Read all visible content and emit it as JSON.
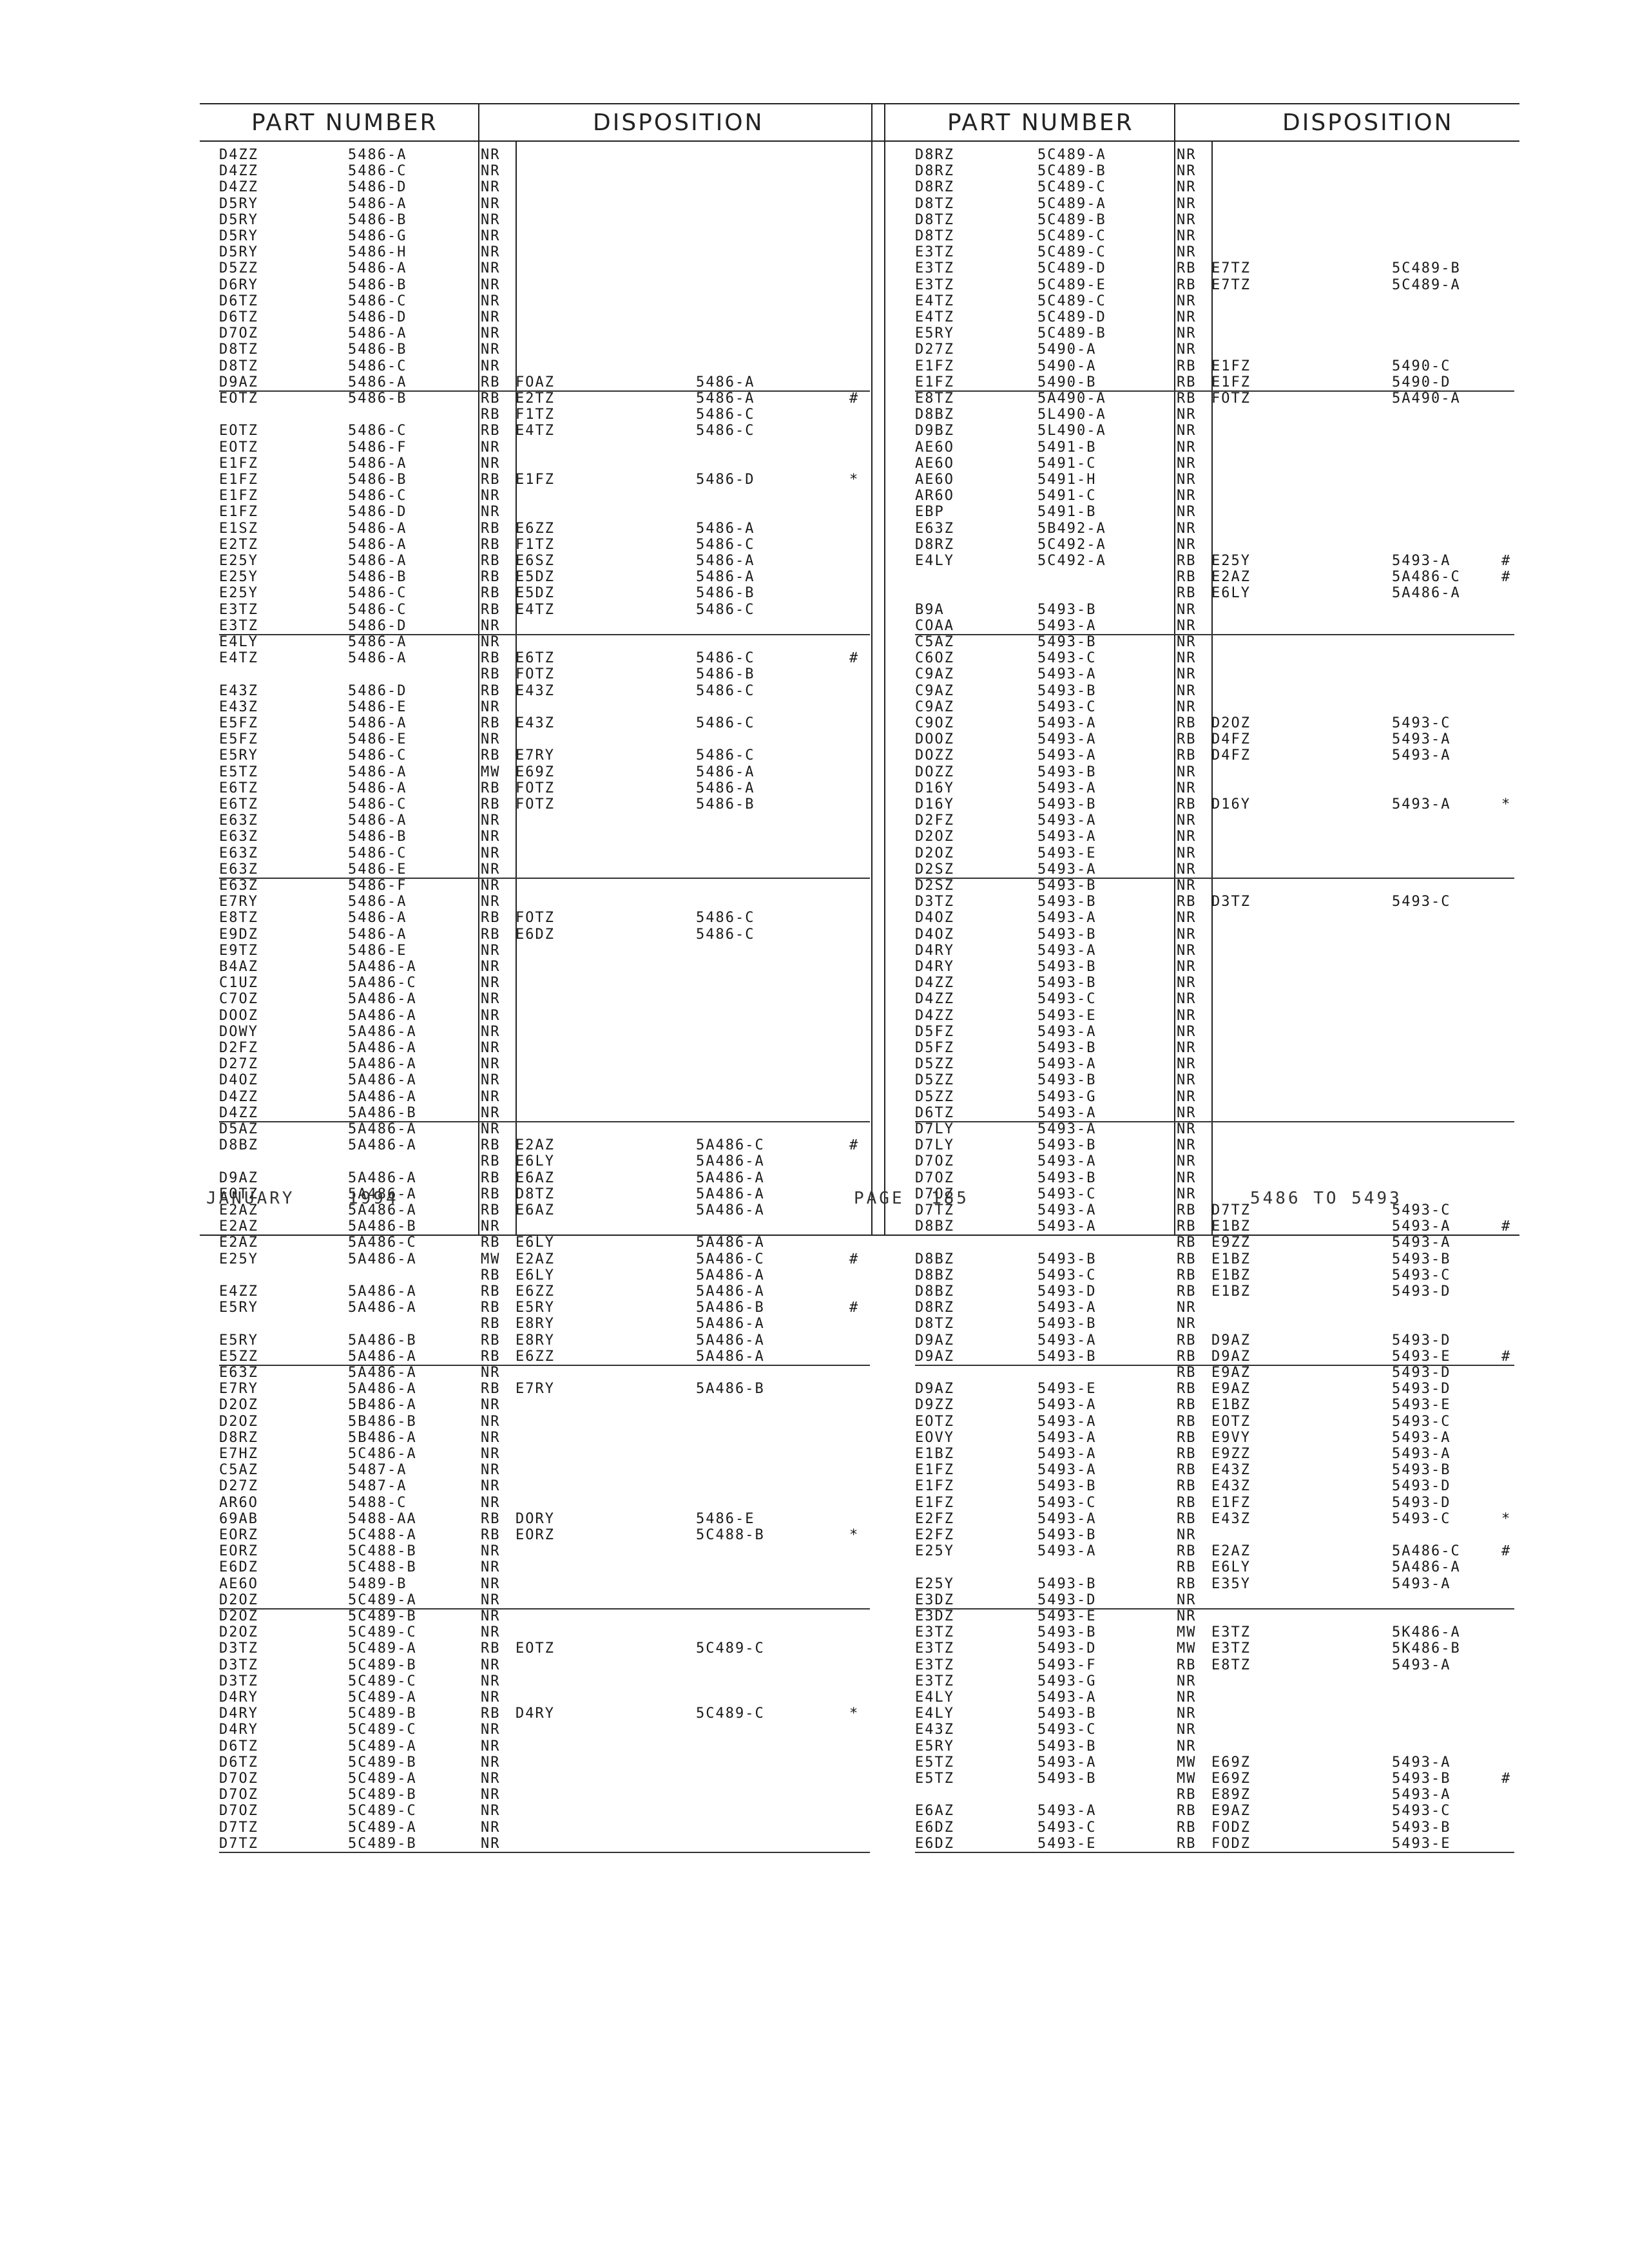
{
  "headers": {
    "part_number": "PART NUMBER",
    "disposition": "DISPOSITION"
  },
  "footer": {
    "date": "JANUARY",
    "year": "1994",
    "page_label": "PAGE",
    "page_number": "185",
    "range": "5486 TO 5493"
  },
  "left_rows": [
    [
      "D4ZZ",
      "5486-A",
      "NR",
      "",
      "",
      ""
    ],
    [
      "D4ZZ",
      "5486-C",
      "NR",
      "",
      "",
      ""
    ],
    [
      "D4ZZ",
      "5486-D",
      "NR",
      "",
      "",
      ""
    ],
    [
      "D5RY",
      "5486-A",
      "NR",
      "",
      "",
      ""
    ],
    [
      "D5RY",
      "5486-B",
      "NR",
      "",
      "",
      ""
    ],
    [
      "D5RY",
      "5486-G",
      "NR",
      "",
      "",
      ""
    ],
    [
      "D5RY",
      "5486-H",
      "NR",
      "",
      "",
      ""
    ],
    [
      "D5ZZ",
      "5486-A",
      "NR",
      "",
      "",
      ""
    ],
    [
      "D6RY",
      "5486-B",
      "NR",
      "",
      "",
      ""
    ],
    [
      "D6TZ",
      "5486-C",
      "NR",
      "",
      "",
      ""
    ],
    [
      "D6TZ",
      "5486-D",
      "NR",
      "",
      "",
      ""
    ],
    [
      "D7OZ",
      "5486-A",
      "NR",
      "",
      "",
      ""
    ],
    [
      "D8TZ",
      "5486-B",
      "NR",
      "",
      "",
      ""
    ],
    [
      "D8TZ",
      "5486-C",
      "NR",
      "",
      "",
      ""
    ],
    [
      "D9AZ",
      "5486-A",
      "RB",
      "FOAZ",
      "5486-A",
      ""
    ],
    [
      "EOTZ",
      "5486-B",
      "RB",
      "E2TZ",
      "5486-A",
      "#"
    ],
    [
      "",
      "",
      "RB",
      "F1TZ",
      "5486-C",
      ""
    ],
    [
      "EOTZ",
      "5486-C",
      "RB",
      "E4TZ",
      "5486-C",
      ""
    ],
    [
      "EOTZ",
      "5486-F",
      "NR",
      "",
      "",
      ""
    ],
    [
      "E1FZ",
      "5486-A",
      "NR",
      "",
      "",
      ""
    ],
    [
      "E1FZ",
      "5486-B",
      "RB",
      "E1FZ",
      "5486-D",
      "*"
    ],
    [
      "E1FZ",
      "5486-C",
      "NR",
      "",
      "",
      ""
    ],
    [
      "E1FZ",
      "5486-D",
      "NR",
      "",
      "",
      ""
    ],
    [
      "E1SZ",
      "5486-A",
      "RB",
      "E6ZZ",
      "5486-A",
      ""
    ],
    [
      "E2TZ",
      "5486-A",
      "RB",
      "F1TZ",
      "5486-C",
      ""
    ],
    [
      "E25Y",
      "5486-A",
      "RB",
      "E6SZ",
      "5486-A",
      ""
    ],
    [
      "E25Y",
      "5486-B",
      "RB",
      "E5DZ",
      "5486-A",
      ""
    ],
    [
      "E25Y",
      "5486-C",
      "RB",
      "E5DZ",
      "5486-B",
      ""
    ],
    [
      "E3TZ",
      "5486-C",
      "RB",
      "E4TZ",
      "5486-C",
      ""
    ],
    [
      "E3TZ",
      "5486-D",
      "NR",
      "",
      "",
      ""
    ],
    [
      "E4LY",
      "5486-A",
      "NR",
      "",
      "",
      ""
    ],
    [
      "E4TZ",
      "5486-A",
      "RB",
      "E6TZ",
      "5486-C",
      "#"
    ],
    [
      "",
      "",
      "RB",
      "FOTZ",
      "5486-B",
      ""
    ],
    [
      "E43Z",
      "5486-D",
      "RB",
      "E43Z",
      "5486-C",
      ""
    ],
    [
      "E43Z",
      "5486-E",
      "NR",
      "",
      "",
      ""
    ],
    [
      "E5FZ",
      "5486-A",
      "RB",
      "E43Z",
      "5486-C",
      ""
    ],
    [
      "E5FZ",
      "5486-E",
      "NR",
      "",
      "",
      ""
    ],
    [
      "E5RY",
      "5486-C",
      "RB",
      "E7RY",
      "5486-C",
      ""
    ],
    [
      "E5TZ",
      "5486-A",
      "MW",
      "E69Z",
      "5486-A",
      ""
    ],
    [
      "E6TZ",
      "5486-A",
      "RB",
      "FOTZ",
      "5486-A",
      ""
    ],
    [
      "E6TZ",
      "5486-C",
      "RB",
      "FOTZ",
      "5486-B",
      ""
    ],
    [
      "E63Z",
      "5486-A",
      "NR",
      "",
      "",
      ""
    ],
    [
      "E63Z",
      "5486-B",
      "NR",
      "",
      "",
      ""
    ],
    [
      "E63Z",
      "5486-C",
      "NR",
      "",
      "",
      ""
    ],
    [
      "E63Z",
      "5486-E",
      "NR",
      "",
      "",
      ""
    ],
    [
      "E63Z",
      "5486-F",
      "NR",
      "",
      "",
      ""
    ],
    [
      "E7RY",
      "5486-A",
      "NR",
      "",
      "",
      ""
    ],
    [
      "E8TZ",
      "5486-A",
      "RB",
      "FOTZ",
      "5486-C",
      ""
    ],
    [
      "E9DZ",
      "5486-A",
      "RB",
      "E6DZ",
      "5486-C",
      ""
    ],
    [
      "E9TZ",
      "5486-E",
      "NR",
      "",
      "",
      ""
    ],
    [
      "B4AZ",
      "5A486-A",
      "NR",
      "",
      "",
      ""
    ],
    [
      "C1UZ",
      "5A486-C",
      "NR",
      "",
      "",
      ""
    ],
    [
      "C7OZ",
      "5A486-A",
      "NR",
      "",
      "",
      ""
    ],
    [
      "DOOZ",
      "5A486-A",
      "NR",
      "",
      "",
      ""
    ],
    [
      "DOWY",
      "5A486-A",
      "NR",
      "",
      "",
      ""
    ],
    [
      "D2FZ",
      "5A486-A",
      "NR",
      "",
      "",
      ""
    ],
    [
      "D27Z",
      "5A486-A",
      "NR",
      "",
      "",
      ""
    ],
    [
      "D4OZ",
      "5A486-A",
      "NR",
      "",
      "",
      ""
    ],
    [
      "D4ZZ",
      "5A486-A",
      "NR",
      "",
      "",
      ""
    ],
    [
      "D4ZZ",
      "5A486-B",
      "NR",
      "",
      "",
      ""
    ],
    [
      "D5AZ",
      "5A486-A",
      "NR",
      "",
      "",
      ""
    ],
    [
      "D8BZ",
      "5A486-A",
      "RB",
      "E2AZ",
      "5A486-C",
      "#"
    ],
    [
      "",
      "",
      "RB",
      "E6LY",
      "5A486-A",
      ""
    ],
    [
      "D9AZ",
      "5A486-A",
      "RB",
      "E6AZ",
      "5A486-A",
      ""
    ],
    [
      "EOTZ",
      "5A486-A",
      "RB",
      "D8TZ",
      "5A486-A",
      ""
    ],
    [
      "E2AZ",
      "5A486-A",
      "RB",
      "E6AZ",
      "5A486-A",
      ""
    ],
    [
      "E2AZ",
      "5A486-B",
      "NR",
      "",
      "",
      ""
    ],
    [
      "E2AZ",
      "5A486-C",
      "RB",
      "E6LY",
      "5A486-A",
      ""
    ],
    [
      "E25Y",
      "5A486-A",
      "MW",
      "E2AZ",
      "5A486-C",
      "#"
    ],
    [
      "",
      "",
      "RB",
      "E6LY",
      "5A486-A",
      ""
    ],
    [
      "E4ZZ",
      "5A486-A",
      "RB",
      "E6ZZ",
      "5A486-A",
      ""
    ],
    [
      "E5RY",
      "5A486-A",
      "RB",
      "E5RY",
      "5A486-B",
      "#"
    ],
    [
      "",
      "",
      "RB",
      "E8RY",
      "5A486-A",
      ""
    ],
    [
      "E5RY",
      "5A486-B",
      "RB",
      "E8RY",
      "5A486-A",
      ""
    ],
    [
      "E5ZZ",
      "5A486-A",
      "RB",
      "E6ZZ",
      "5A486-A",
      ""
    ],
    [
      "E63Z",
      "5A486-A",
      "NR",
      "",
      "",
      ""
    ],
    [
      "E7RY",
      "5A486-A",
      "RB",
      "E7RY",
      "5A486-B",
      ""
    ],
    [
      "D2OZ",
      "5B486-A",
      "NR",
      "",
      "",
      ""
    ],
    [
      "D2OZ",
      "5B486-B",
      "NR",
      "",
      "",
      ""
    ],
    [
      "D8RZ",
      "5B486-A",
      "NR",
      "",
      "",
      ""
    ],
    [
      "E7HZ",
      "5C486-A",
      "NR",
      "",
      "",
      ""
    ],
    [
      "C5AZ",
      "5487-A",
      "NR",
      "",
      "",
      ""
    ],
    [
      "D27Z",
      "5487-A",
      "NR",
      "",
      "",
      ""
    ],
    [
      "AR6O",
      "5488-C",
      "NR",
      "",
      "",
      ""
    ],
    [
      "69AB",
      "5488-AA",
      "RB",
      "DORY",
      "5486-E",
      ""
    ],
    [
      "EORZ",
      "5C488-A",
      "RB",
      "EORZ",
      "5C488-B",
      "*"
    ],
    [
      "EORZ",
      "5C488-B",
      "NR",
      "",
      "",
      ""
    ],
    [
      "E6DZ",
      "5C488-B",
      "NR",
      "",
      "",
      ""
    ],
    [
      "AE6O",
      "5489-B",
      "NR",
      "",
      "",
      ""
    ],
    [
      "D2OZ",
      "5C489-A",
      "NR",
      "",
      "",
      ""
    ],
    [
      "D2OZ",
      "5C489-B",
      "NR",
      "",
      "",
      ""
    ],
    [
      "D2OZ",
      "5C489-C",
      "NR",
      "",
      "",
      ""
    ],
    [
      "D3TZ",
      "5C489-A",
      "RB",
      "EOTZ",
      "5C489-C",
      ""
    ],
    [
      "D3TZ",
      "5C489-B",
      "NR",
      "",
      "",
      ""
    ],
    [
      "D3TZ",
      "5C489-C",
      "NR",
      "",
      "",
      ""
    ],
    [
      "D4RY",
      "5C489-A",
      "NR",
      "",
      "",
      ""
    ],
    [
      "D4RY",
      "5C489-B",
      "RB",
      "D4RY",
      "5C489-C",
      "*"
    ],
    [
      "D4RY",
      "5C489-C",
      "NR",
      "",
      "",
      ""
    ],
    [
      "D6TZ",
      "5C489-A",
      "NR",
      "",
      "",
      ""
    ],
    [
      "D6TZ",
      "5C489-B",
      "NR",
      "",
      "",
      ""
    ],
    [
      "D7OZ",
      "5C489-A",
      "NR",
      "",
      "",
      ""
    ],
    [
      "D7OZ",
      "5C489-B",
      "NR",
      "",
      "",
      ""
    ],
    [
      "D7OZ",
      "5C489-C",
      "NR",
      "",
      "",
      ""
    ],
    [
      "D7TZ",
      "5C489-A",
      "NR",
      "",
      "",
      ""
    ],
    [
      "D7TZ",
      "5C489-B",
      "NR",
      "",
      "",
      ""
    ]
  ],
  "right_rows": [
    [
      "D8RZ",
      "5C489-A",
      "NR",
      "",
      "",
      ""
    ],
    [
      "D8RZ",
      "5C489-B",
      "NR",
      "",
      "",
      ""
    ],
    [
      "D8RZ",
      "5C489-C",
      "NR",
      "",
      "",
      ""
    ],
    [
      "D8TZ",
      "5C489-A",
      "NR",
      "",
      "",
      ""
    ],
    [
      "D8TZ",
      "5C489-B",
      "NR",
      "",
      "",
      ""
    ],
    [
      "D8TZ",
      "5C489-C",
      "NR",
      "",
      "",
      ""
    ],
    [
      "E3TZ",
      "5C489-C",
      "NR",
      "",
      "",
      ""
    ],
    [
      "E3TZ",
      "5C489-D",
      "RB",
      "E7TZ",
      "5C489-B",
      ""
    ],
    [
      "E3TZ",
      "5C489-E",
      "RB",
      "E7TZ",
      "5C489-A",
      ""
    ],
    [
      "E4TZ",
      "5C489-C",
      "NR",
      "",
      "",
      ""
    ],
    [
      "E4TZ",
      "5C489-D",
      "NR",
      "",
      "",
      ""
    ],
    [
      "E5RY",
      "5C489-B",
      "NR",
      "",
      "",
      ""
    ],
    [
      "D27Z",
      "5490-A",
      "NR",
      "",
      "",
      ""
    ],
    [
      "E1FZ",
      "5490-A",
      "RB",
      "E1FZ",
      "5490-C",
      ""
    ],
    [
      "E1FZ",
      "5490-B",
      "RB",
      "E1FZ",
      "5490-D",
      ""
    ],
    [
      "E8TZ",
      "5A490-A",
      "RB",
      "FOTZ",
      "5A490-A",
      ""
    ],
    [
      "D8BZ",
      "5L490-A",
      "NR",
      "",
      "",
      ""
    ],
    [
      "D9BZ",
      "5L490-A",
      "NR",
      "",
      "",
      ""
    ],
    [
      "AE6O",
      "5491-B",
      "NR",
      "",
      "",
      ""
    ],
    [
      "AE6O",
      "5491-C",
      "NR",
      "",
      "",
      ""
    ],
    [
      "AE6O",
      "5491-H",
      "NR",
      "",
      "",
      ""
    ],
    [
      "AR6O",
      "5491-C",
      "NR",
      "",
      "",
      ""
    ],
    [
      "EBP",
      "5491-B",
      "NR",
      "",
      "",
      ""
    ],
    [
      "E63Z",
      "5B492-A",
      "NR",
      "",
      "",
      ""
    ],
    [
      "D8RZ",
      "5C492-A",
      "NR",
      "",
      "",
      ""
    ],
    [
      "E4LY",
      "5C492-A",
      "RB",
      "E25Y",
      "5493-A",
      "#"
    ],
    [
      "",
      "",
      "RB",
      "E2AZ",
      "5A486-C",
      "#"
    ],
    [
      "",
      "",
      "RB",
      "E6LY",
      "5A486-A",
      ""
    ],
    [
      "B9A",
      "5493-B",
      "NR",
      "",
      "",
      ""
    ],
    [
      "COAA",
      "5493-A",
      "NR",
      "",
      "",
      ""
    ],
    [
      "C5AZ",
      "5493-B",
      "NR",
      "",
      "",
      ""
    ],
    [
      "C6OZ",
      "5493-C",
      "NR",
      "",
      "",
      ""
    ],
    [
      "C9AZ",
      "5493-A",
      "NR",
      "",
      "",
      ""
    ],
    [
      "C9AZ",
      "5493-B",
      "NR",
      "",
      "",
      ""
    ],
    [
      "C9AZ",
      "5493-C",
      "NR",
      "",
      "",
      ""
    ],
    [
      "C9OZ",
      "5493-A",
      "RB",
      "D2OZ",
      "5493-C",
      ""
    ],
    [
      "DOOZ",
      "5493-A",
      "RB",
      "D4FZ",
      "5493-A",
      ""
    ],
    [
      "DOZZ",
      "5493-A",
      "RB",
      "D4FZ",
      "5493-A",
      ""
    ],
    [
      "DOZZ",
      "5493-B",
      "NR",
      "",
      "",
      ""
    ],
    [
      "D16Y",
      "5493-A",
      "NR",
      "",
      "",
      ""
    ],
    [
      "D16Y",
      "5493-B",
      "RB",
      "D16Y",
      "5493-A",
      "*"
    ],
    [
      "D2FZ",
      "5493-A",
      "NR",
      "",
      "",
      ""
    ],
    [
      "D2OZ",
      "5493-A",
      "NR",
      "",
      "",
      ""
    ],
    [
      "D2OZ",
      "5493-E",
      "NR",
      "",
      "",
      ""
    ],
    [
      "D2SZ",
      "5493-A",
      "NR",
      "",
      "",
      ""
    ],
    [
      "D2SZ",
      "5493-B",
      "NR",
      "",
      "",
      ""
    ],
    [
      "D3TZ",
      "5493-B",
      "RB",
      "D3TZ",
      "5493-C",
      ""
    ],
    [
      "D4OZ",
      "5493-A",
      "NR",
      "",
      "",
      ""
    ],
    [
      "D4OZ",
      "5493-B",
      "NR",
      "",
      "",
      ""
    ],
    [
      "D4RY",
      "5493-A",
      "NR",
      "",
      "",
      ""
    ],
    [
      "D4RY",
      "5493-B",
      "NR",
      "",
      "",
      ""
    ],
    [
      "D4ZZ",
      "5493-B",
      "NR",
      "",
      "",
      ""
    ],
    [
      "D4ZZ",
      "5493-C",
      "NR",
      "",
      "",
      ""
    ],
    [
      "D4ZZ",
      "5493-E",
      "NR",
      "",
      "",
      ""
    ],
    [
      "D5FZ",
      "5493-A",
      "NR",
      "",
      "",
      ""
    ],
    [
      "D5FZ",
      "5493-B",
      "NR",
      "",
      "",
      ""
    ],
    [
      "D5ZZ",
      "5493-A",
      "NR",
      "",
      "",
      ""
    ],
    [
      "D5ZZ",
      "5493-B",
      "NR",
      "",
      "",
      ""
    ],
    [
      "D5ZZ",
      "5493-G",
      "NR",
      "",
      "",
      ""
    ],
    [
      "D6TZ",
      "5493-A",
      "NR",
      "",
      "",
      ""
    ],
    [
      "D7LY",
      "5493-A",
      "NR",
      "",
      "",
      ""
    ],
    [
      "D7LY",
      "5493-B",
      "NR",
      "",
      "",
      ""
    ],
    [
      "D7OZ",
      "5493-A",
      "NR",
      "",
      "",
      ""
    ],
    [
      "D7OZ",
      "5493-B",
      "NR",
      "",
      "",
      ""
    ],
    [
      "D7OZ",
      "5493-C",
      "NR",
      "",
      "",
      ""
    ],
    [
      "D7TZ",
      "5493-A",
      "RB",
      "D7TZ",
      "5493-C",
      ""
    ],
    [
      "D8BZ",
      "5493-A",
      "RB",
      "E1BZ",
      "5493-A",
      "#"
    ],
    [
      "",
      "",
      "RB",
      "E9ZZ",
      "5493-A",
      ""
    ],
    [
      "D8BZ",
      "5493-B",
      "RB",
      "E1BZ",
      "5493-B",
      ""
    ],
    [
      "D8BZ",
      "5493-C",
      "RB",
      "E1BZ",
      "5493-C",
      ""
    ],
    [
      "D8BZ",
      "5493-D",
      "RB",
      "E1BZ",
      "5493-D",
      ""
    ],
    [
      "D8RZ",
      "5493-A",
      "NR",
      "",
      "",
      ""
    ],
    [
      "D8TZ",
      "5493-B",
      "NR",
      "",
      "",
      ""
    ],
    [
      "D9AZ",
      "5493-A",
      "RB",
      "D9AZ",
      "5493-D",
      ""
    ],
    [
      "D9AZ",
      "5493-B",
      "RB",
      "D9AZ",
      "5493-E",
      "#"
    ],
    [
      "",
      "",
      "RB",
      "E9AZ",
      "5493-D",
      ""
    ],
    [
      "D9AZ",
      "5493-E",
      "RB",
      "E9AZ",
      "5493-D",
      ""
    ],
    [
      "D9ZZ",
      "5493-A",
      "RB",
      "E1BZ",
      "5493-E",
      ""
    ],
    [
      "EOTZ",
      "5493-A",
      "RB",
      "EOTZ",
      "5493-C",
      ""
    ],
    [
      "EOVY",
      "5493-A",
      "RB",
      "E9VY",
      "5493-A",
      ""
    ],
    [
      "E1BZ",
      "5493-A",
      "RB",
      "E9ZZ",
      "5493-A",
      ""
    ],
    [
      "E1FZ",
      "5493-A",
      "RB",
      "E43Z",
      "5493-B",
      ""
    ],
    [
      "E1FZ",
      "5493-B",
      "RB",
      "E43Z",
      "5493-D",
      ""
    ],
    [
      "E1FZ",
      "5493-C",
      "RB",
      "E1FZ",
      "5493-D",
      ""
    ],
    [
      "E2FZ",
      "5493-A",
      "RB",
      "E43Z",
      "5493-C",
      "*"
    ],
    [
      "E2FZ",
      "5493-B",
      "NR",
      "",
      "",
      ""
    ],
    [
      "E25Y",
      "5493-A",
      "RB",
      "E2AZ",
      "5A486-C",
      "#"
    ],
    [
      "",
      "",
      "RB",
      "E6LY",
      "5A486-A",
      ""
    ],
    [
      "E25Y",
      "5493-B",
      "RB",
      "E35Y",
      "5493-A",
      ""
    ],
    [
      "E3DZ",
      "5493-D",
      "NR",
      "",
      "",
      ""
    ],
    [
      "E3DZ",
      "5493-E",
      "NR",
      "",
      "",
      ""
    ],
    [
      "E3TZ",
      "5493-B",
      "MW",
      "E3TZ",
      "5K486-A",
      ""
    ],
    [
      "E3TZ",
      "5493-D",
      "MW",
      "E3TZ",
      "5K486-B",
      ""
    ],
    [
      "E3TZ",
      "5493-F",
      "RB",
      "E8TZ",
      "5493-A",
      ""
    ],
    [
      "E3TZ",
      "5493-G",
      "NR",
      "",
      "",
      ""
    ],
    [
      "E4LY",
      "5493-A",
      "NR",
      "",
      "",
      ""
    ],
    [
      "E4LY",
      "5493-B",
      "NR",
      "",
      "",
      ""
    ],
    [
      "E43Z",
      "5493-C",
      "NR",
      "",
      "",
      ""
    ],
    [
      "E5RY",
      "5493-B",
      "NR",
      "",
      "",
      ""
    ],
    [
      "E5TZ",
      "5493-A",
      "MW",
      "E69Z",
      "5493-A",
      ""
    ],
    [
      "E5TZ",
      "5493-B",
      "MW",
      "E69Z",
      "5493-B",
      "#"
    ],
    [
      "",
      "",
      "RB",
      "E89Z",
      "5493-A",
      ""
    ],
    [
      "E6AZ",
      "5493-A",
      "RB",
      "E9AZ",
      "5493-C",
      ""
    ],
    [
      "E6DZ",
      "5493-C",
      "RB",
      "FODZ",
      "5493-B",
      ""
    ],
    [
      "E6DZ",
      "5493-E",
      "RB",
      "FODZ",
      "5493-E",
      ""
    ]
  ]
}
